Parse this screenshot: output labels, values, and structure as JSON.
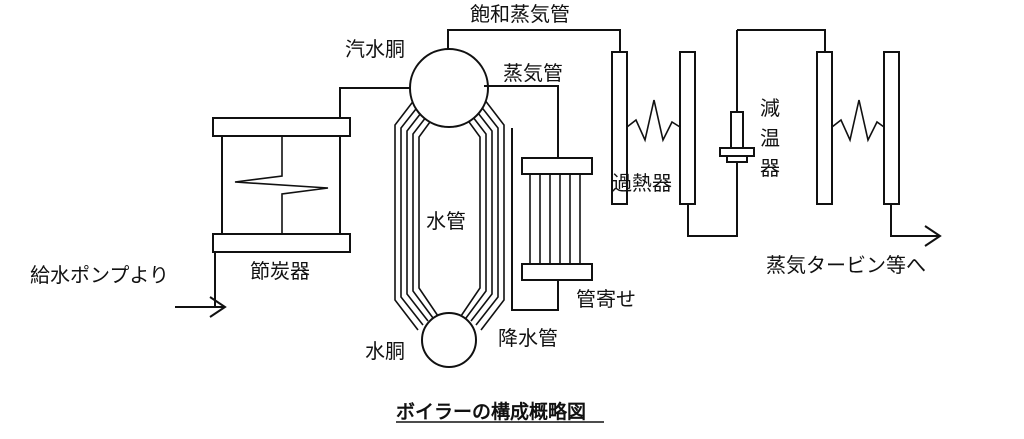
{
  "labels": {
    "saturated_steam_pipe": "飽和蒸気管",
    "steam_drum": "汽水胴",
    "steam_pipe": "蒸気管",
    "desuperheater": "減温器",
    "superheater": "過熱器",
    "water_tube": "水管",
    "header": "管寄せ",
    "feed_from_pump": "給水ポンプより",
    "economizer": "節炭器",
    "to_turbine": "蒸気タービン等へ",
    "water_drum": "水胴",
    "downcomer": "降水管"
  },
  "caption": "ボイラーの構成概略図",
  "colors": {
    "line": "#111111",
    "background": "#ffffff"
  }
}
